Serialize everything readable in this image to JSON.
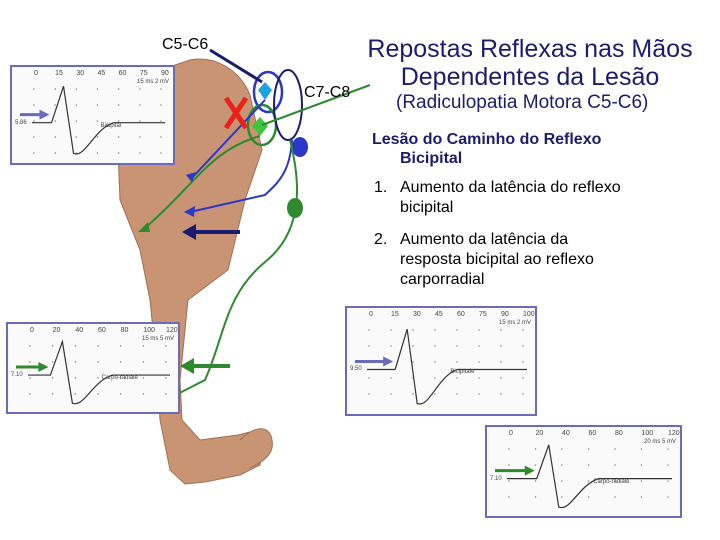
{
  "title_line1": "Repostas Reflexas nas Mãos",
  "title_line2": "Dependentes da Lesão",
  "subtitle": "(Radiculopatia Motora C5-C6)",
  "level_c5c6": "C5-C6",
  "level_c7c8": "C7-C8",
  "lesion_heading_line1": "Lesão do Caminho do Reflexo",
  "lesion_heading_line2": "Bicipital",
  "items": [
    {
      "num": "1.",
      "line1": "Aumento da latência do reflexo",
      "line2": "bicipital"
    },
    {
      "num": "2.",
      "line1": "Aumento da latência da",
      "line2": "resposta bicipital ao reflexo",
      "line3": "carporradial"
    }
  ],
  "colors": {
    "title": "#1c1c6e",
    "lesion_mark": "#e8211b",
    "blue_path": "#2a37c8",
    "green_path": "#2f8a2f",
    "navy_line": "#1c1c6e",
    "trace_border": "#6a6abf"
  },
  "traces": {
    "top_left": {
      "ticks": [
        "0",
        "15",
        "30",
        "45",
        "60",
        "75",
        "90"
      ],
      "scale": "15 ms 2 mV",
      "side_label": "5.86",
      "trace_label": "Bicipital"
    },
    "bottom_left": {
      "ticks": [
        "0",
        "20",
        "40",
        "60",
        "80",
        "100",
        "120"
      ],
      "scale": "15 ms 5 mV",
      "side_label": "7.10",
      "trace_label": "Carpo-radiale"
    },
    "middle_right": {
      "ticks": [
        "0",
        "15",
        "30",
        "45",
        "60",
        "75",
        "90",
        "100"
      ],
      "scale": "15 ms 2 mV",
      "side_label": "9.50",
      "trace_label": "Bicipitale"
    },
    "bottom_right": {
      "ticks": [
        "0",
        "20",
        "40",
        "60",
        "80",
        "100",
        "120"
      ],
      "scale": "20 ms 5 mV",
      "side_label": "7.10",
      "trace_label": "Carpo-radiale"
    }
  }
}
